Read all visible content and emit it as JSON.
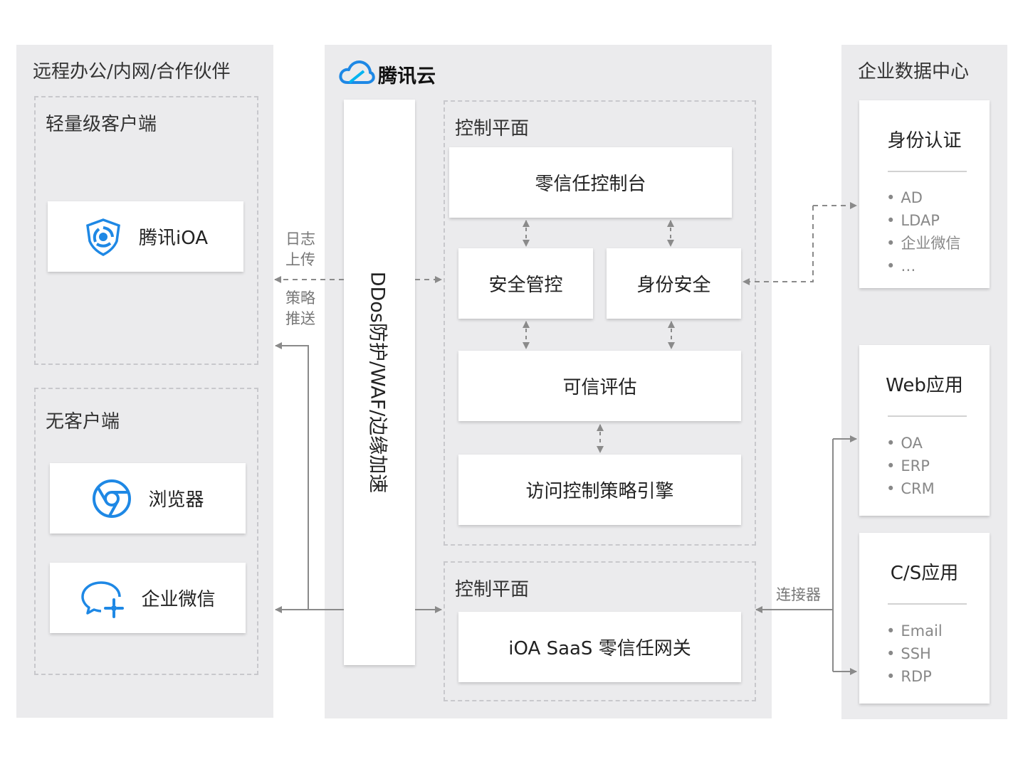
{
  "left": {
    "title": "远程办公/内网/合作伙伴",
    "light_client": {
      "title": "轻量级客户端",
      "app": "腾讯iOA"
    },
    "no_client": {
      "title": "无客户端",
      "browser": "浏览器",
      "wecom": "企业微信"
    }
  },
  "middle": {
    "brand": "腾讯云",
    "edge": "DDos防护/WAF/边缘加速",
    "control": {
      "title": "控制平面",
      "console": "零信任控制台",
      "security": "安全管控",
      "identity": "身份安全",
      "trust": "可信评估",
      "policy": "访问控制策略引擎"
    },
    "data": {
      "title": "控制平面",
      "gateway": "iOA SaaS 零信任网关"
    }
  },
  "links": {
    "log_upload": [
      "日志",
      "上传"
    ],
    "policy_push": [
      "策略",
      "推送"
    ],
    "connector": "连接器"
  },
  "right": {
    "title": "企业数据中心",
    "identity": {
      "title": "身份认证",
      "items": [
        "AD",
        "LDAP",
        "企业微信",
        "…"
      ]
    },
    "web": {
      "title": "Web应用",
      "items": [
        "OA",
        "ERP",
        "CRM"
      ]
    },
    "cs": {
      "title": "C/S应用",
      "items": [
        "Email",
        "SSH",
        "RDP"
      ]
    }
  },
  "colors": {
    "brand_blue": "#1e88e5",
    "panel_bg": "#ebebed",
    "line": "#8a8a8a"
  }
}
